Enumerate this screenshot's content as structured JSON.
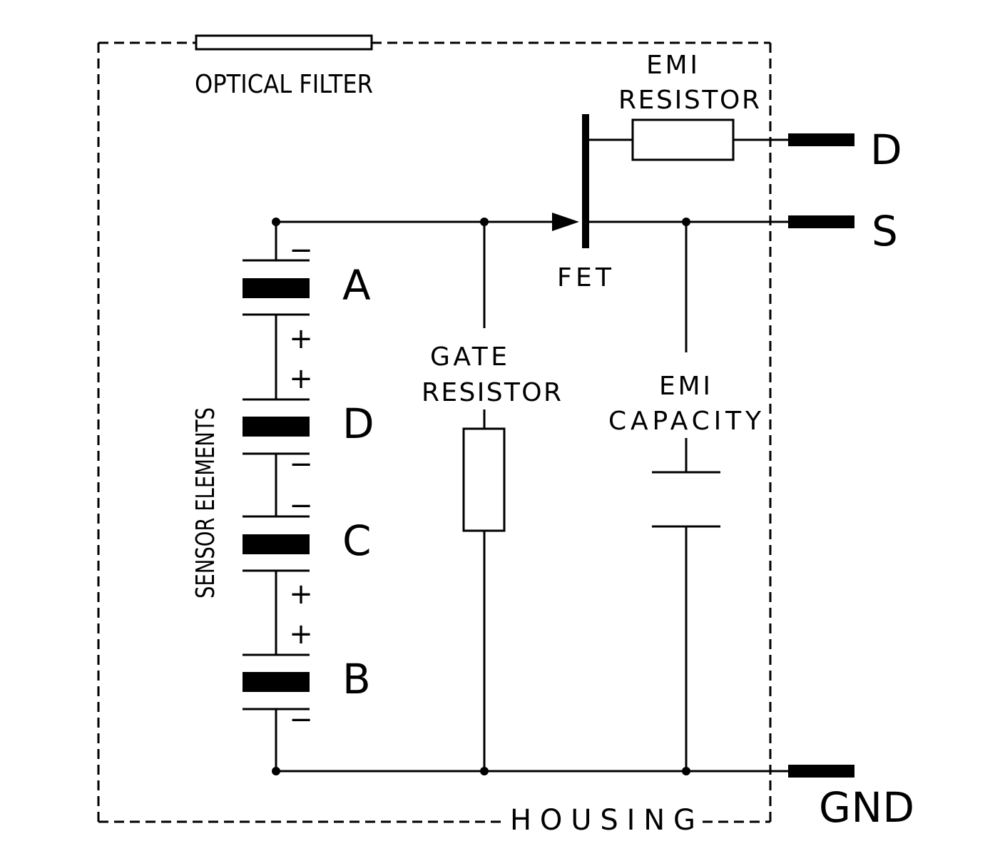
{
  "labels": {
    "optical_filter": "OPTICAL FILTER",
    "emi_resistor_line1": "EMI",
    "emi_resistor_line2": "RESISTOR",
    "fet": "FET",
    "gate_resistor_line1": "GATE",
    "gate_resistor_line2": "RESISTOR",
    "emi_capacity_line1": "EMI",
    "emi_capacity_line2": "CAPACITY",
    "sensor_elements": "SENSOR ELEMENTS",
    "housing": "HOUSING"
  },
  "terminals": {
    "drain": "D",
    "source": "S",
    "ground": "GND"
  },
  "elements": {
    "a": {
      "name": "A",
      "top_sign": "−",
      "bottom_sign": "+"
    },
    "d": {
      "name": "D",
      "top_sign": "+",
      "bottom_sign": "−"
    },
    "c": {
      "name": "C",
      "top_sign": "−",
      "bottom_sign": "+"
    },
    "b": {
      "name": "B",
      "top_sign": "+",
      "bottom_sign": "−"
    }
  }
}
